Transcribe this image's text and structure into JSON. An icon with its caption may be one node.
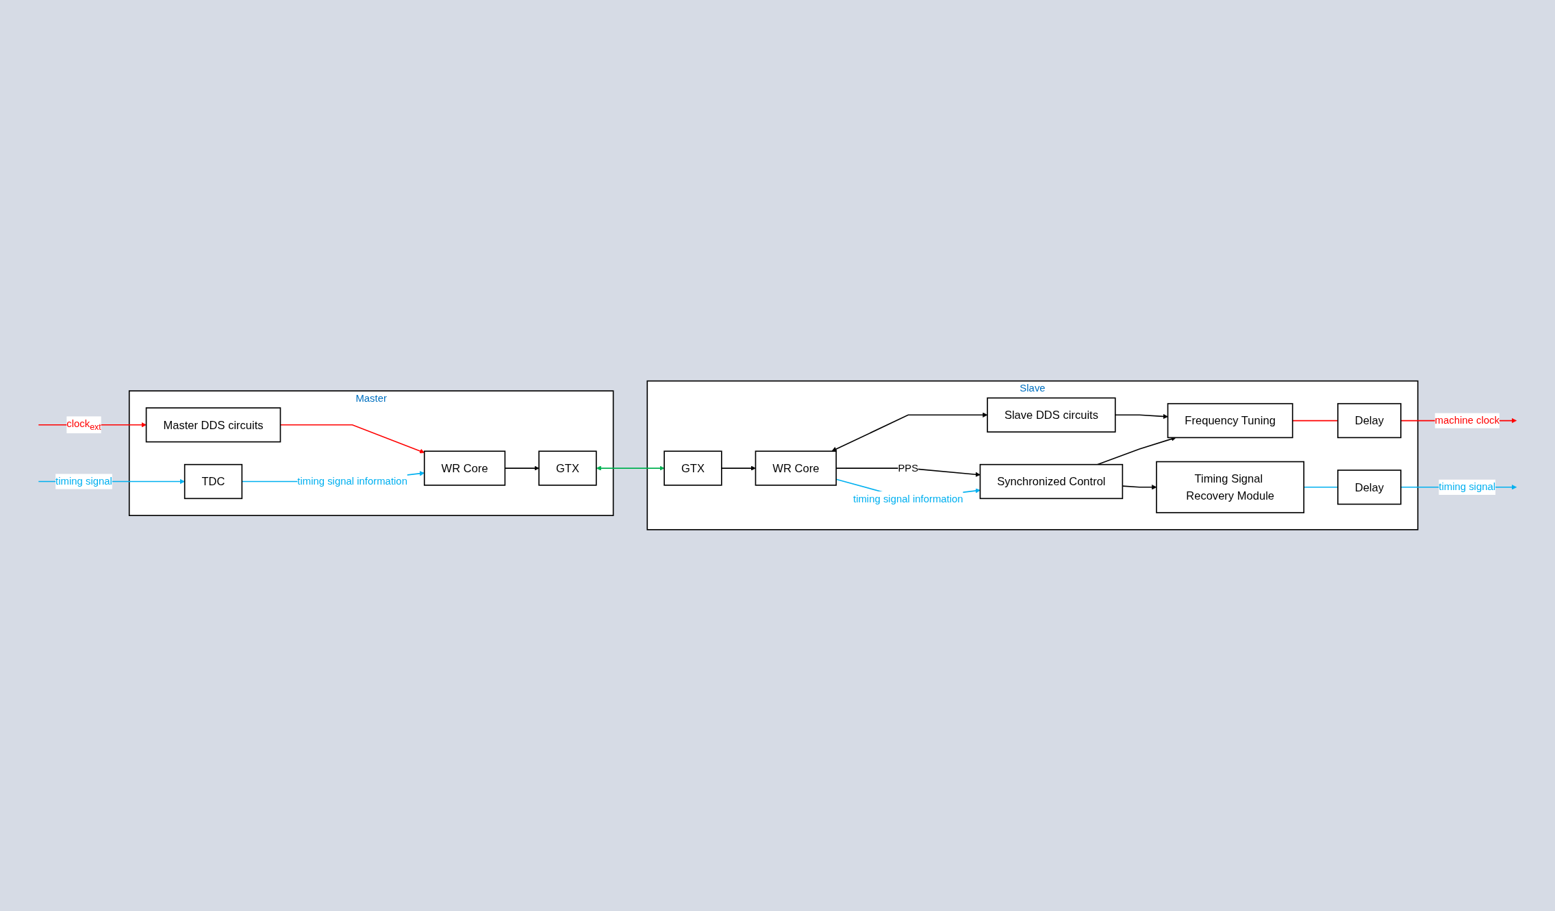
{
  "diagram": {
    "nodes": [
      {
        "text": [
          "Master"
        ]
      },
      {
        "text": [
          "WR Core"
        ],
        "in": 0
      },
      {
        "text": [
          "GTX"
        ],
        "in": 0
      },
      {
        "text": [
          "Master DDS circuits"
        ],
        "in": 0
      },
      {
        "text": [
          "TDC"
        ],
        "in": 0
      },
      {
        "text": [
          "Slave"
        ]
      },
      {
        "text": [
          "GTX"
        ],
        "in": 5
      },
      {
        "text": [
          "WR Core"
        ],
        "in": 5
      },
      {
        "text": [
          "Slave DDS circuits"
        ],
        "in": 5
      },
      {
        "text": [
          "Frequency Tuning"
        ],
        "in": 5
      },
      {
        "text": [
          "Delay"
        ],
        "in": 5
      },
      {
        "text": [
          "Synchronized Control"
        ],
        "in": 5
      },
      {
        "text": [
          "Timing Signal Recovery Module"
        ],
        "in": 5
      },
      {
        "text": [
          "Delay"
        ],
        "in": 5
      }
    ],
    "edges": [
      {
        "from": null,
        "to": 3,
        "arrow": "to",
        "label": "clock$_{ext}$",
        "color": "#ff0000"
      },
      {
        "from": 3,
        "to": 1,
        "arrow": "to",
        "color": "#ff0000"
      },
      {
        "from": 1,
        "to": 2,
        "arrow": "to"
      },
      {
        "from": 4,
        "to": 1,
        "arrow": "to",
        "label": "timing signal information",
        "color": "#00b0f0"
      },
      {
        "from": null,
        "to": 4,
        "arrow": "to",
        "label": "timing signal",
        "color": "#00b0f0"
      },
      {
        "from": 2,
        "to": 6,
        "arrow": "both",
        "color": "#00b050"
      },
      {
        "from": 6,
        "to": 7,
        "arrow": "to"
      },
      {
        "from": 7,
        "to": 8,
        "arrow": "both"
      },
      {
        "from": 8,
        "to": 9,
        "arrow": "to"
      },
      {
        "from": 7,
        "to": 11,
        "arrow": "to",
        "label": "PPS"
      },
      {
        "from": 7,
        "to": 11,
        "arrow": "to",
        "label": "timing signal information",
        "color": "#00b0f0"
      },
      {
        "from": 11,
        "to": 9,
        "arrow": "to"
      },
      {
        "from": 11,
        "to": 12,
        "arrow": "to"
      },
      {
        "from": 9,
        "to": 10,
        "arrow": "none",
        "color": "#ff0000"
      },
      {
        "from": 10,
        "to": null,
        "arrow": "to",
        "label": "machine clock",
        "color": "#ff0000"
      },
      {
        "from": 12,
        "to": 13,
        "arrow": "none",
        "color": "#00b0f0"
      },
      {
        "from": 13,
        "to": null,
        "arrow": "to",
        "label": "timing signal",
        "color": "#00b0f0"
      }
    ]
  }
}
